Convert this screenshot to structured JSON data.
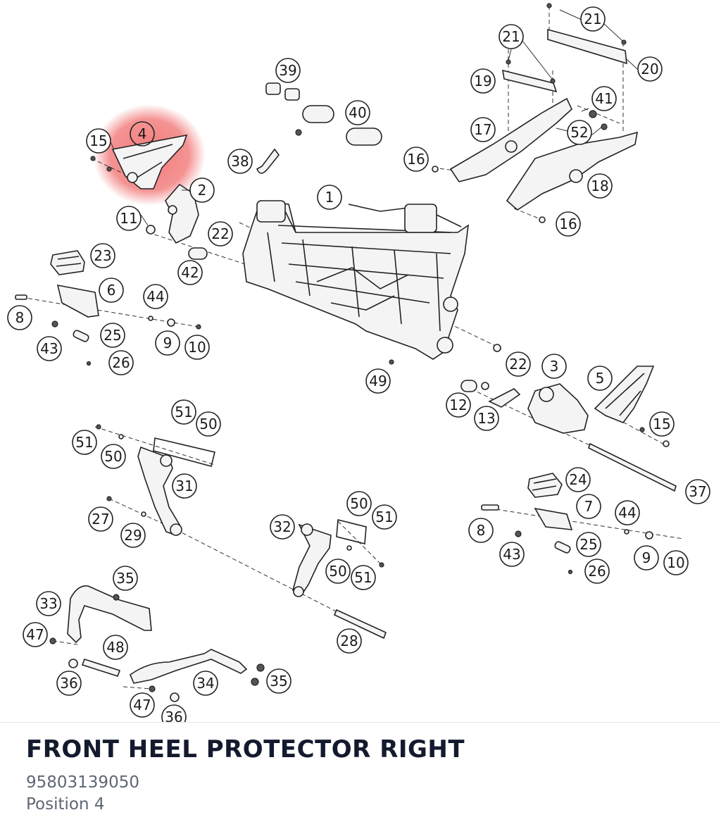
{
  "part": {
    "title": "FRONT HEEL PROTECTOR RIGHT",
    "number": "95803139050",
    "position": "Position 4"
  },
  "highlight": {
    "callout": "4",
    "color": "#f06464"
  },
  "callouts": [
    {
      "id": "c21a",
      "label": "21"
    },
    {
      "id": "c21b",
      "label": "21"
    },
    {
      "id": "c20",
      "label": "20"
    },
    {
      "id": "c19",
      "label": "19"
    },
    {
      "id": "c41",
      "label": "41"
    },
    {
      "id": "c17",
      "label": "17"
    },
    {
      "id": "c52",
      "label": "52"
    },
    {
      "id": "c16a",
      "label": "16"
    },
    {
      "id": "c18",
      "label": "18"
    },
    {
      "id": "c16b",
      "label": "16"
    },
    {
      "id": "c39",
      "label": "39"
    },
    {
      "id": "c40",
      "label": "40"
    },
    {
      "id": "c38",
      "label": "38"
    },
    {
      "id": "c4",
      "label": "4"
    },
    {
      "id": "c15a",
      "label": "15"
    },
    {
      "id": "c2",
      "label": "2"
    },
    {
      "id": "c11",
      "label": "11"
    },
    {
      "id": "c1",
      "label": "1"
    },
    {
      "id": "c22a",
      "label": "22"
    },
    {
      "id": "c23",
      "label": "23"
    },
    {
      "id": "c42",
      "label": "42"
    },
    {
      "id": "c6",
      "label": "6"
    },
    {
      "id": "c44a",
      "label": "44"
    },
    {
      "id": "c8a",
      "label": "8"
    },
    {
      "id": "c25a",
      "label": "25"
    },
    {
      "id": "c43a",
      "label": "43"
    },
    {
      "id": "c9a",
      "label": "9"
    },
    {
      "id": "c10a",
      "label": "10"
    },
    {
      "id": "c26a",
      "label": "26"
    },
    {
      "id": "c49",
      "label": "49"
    },
    {
      "id": "c22b",
      "label": "22"
    },
    {
      "id": "c3",
      "label": "3"
    },
    {
      "id": "c5",
      "label": "5"
    },
    {
      "id": "c12",
      "label": "12"
    },
    {
      "id": "c13",
      "label": "13"
    },
    {
      "id": "c15b",
      "label": "15"
    },
    {
      "id": "c51a",
      "label": "51"
    },
    {
      "id": "c50a",
      "label": "50"
    },
    {
      "id": "c51b",
      "label": "51"
    },
    {
      "id": "c50b",
      "label": "50"
    },
    {
      "id": "c31",
      "label": "31"
    },
    {
      "id": "c37",
      "label": "37"
    },
    {
      "id": "c24",
      "label": "24"
    },
    {
      "id": "c27",
      "label": "27"
    },
    {
      "id": "c29",
      "label": "29"
    },
    {
      "id": "c50c",
      "label": "50"
    },
    {
      "id": "c51c",
      "label": "51"
    },
    {
      "id": "c7",
      "label": "7"
    },
    {
      "id": "c44b",
      "label": "44"
    },
    {
      "id": "c32",
      "label": "32"
    },
    {
      "id": "c8b",
      "label": "8"
    },
    {
      "id": "c25b",
      "label": "25"
    },
    {
      "id": "c43b",
      "label": "43"
    },
    {
      "id": "c9b",
      "label": "9"
    },
    {
      "id": "c10b",
      "label": "10"
    },
    {
      "id": "c26b",
      "label": "26"
    },
    {
      "id": "c50d",
      "label": "50"
    },
    {
      "id": "c51d",
      "label": "51"
    },
    {
      "id": "c35a",
      "label": "35"
    },
    {
      "id": "c33",
      "label": "33"
    },
    {
      "id": "c47a",
      "label": "47"
    },
    {
      "id": "c48",
      "label": "48"
    },
    {
      "id": "c28",
      "label": "28"
    },
    {
      "id": "c36a",
      "label": "36"
    },
    {
      "id": "c34",
      "label": "34"
    },
    {
      "id": "c35b",
      "label": "35"
    },
    {
      "id": "c47b",
      "label": "47"
    },
    {
      "id": "c36b",
      "label": "36"
    }
  ]
}
